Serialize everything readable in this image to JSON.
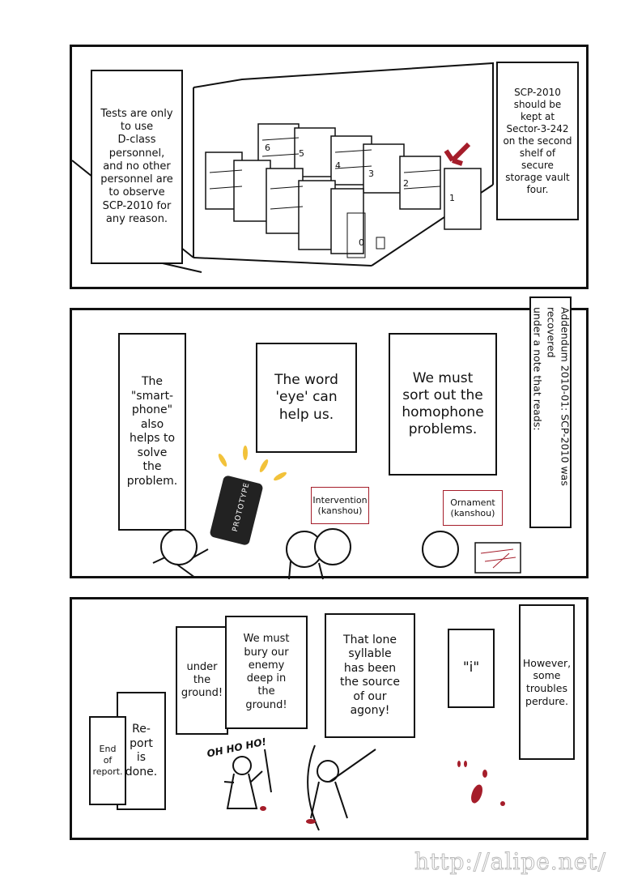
{
  "panel1": {
    "left_note": "Tests are only\nto use\nD-class\npersonnel,\nand no other\npersonnel are\nto observe\nSCP-2010 for\nany reason.",
    "right_note": "SCP-2010\nshould be\nkept at\nSector-3-242\non the second\nshelf of\nsecure\nstorage vault\nfour.",
    "shelf_numbers": [
      "6",
      "5",
      "4",
      "3",
      "2",
      "1"
    ],
    "door_number": "0"
  },
  "panel2": {
    "vertical_note": "Addendum 2010-01: SCP-2010 was recovered\nunder a note that reads:",
    "smartphone_note": "The\n\"smart-\nphone\"\nalso\nhelps to\nsolve\nthe\nproblem.",
    "eye_note": "The word\n'eye' can\nhelp us.",
    "homophone_note": "We must\nsort out the\nhomophone\nproblems.",
    "phone_screen": "PROTOTYPE",
    "label_intervention": "Intervention\n(kanshou)",
    "label_ornament": "Ornament\n(kanshou)"
  },
  "panel3": {
    "bury_note": "We must\nbury our\nenemy\ndeep in\nthe\nground!",
    "under_note": "under\nthe\nground!",
    "syllable_note": "That lone\nsyllable\nhas been\nthe source\nof our\nagony!",
    "i_note": "\"i\"",
    "troubles_note": "However,\nsome\ntroubles\nperdure.",
    "report_note": "Re-\nport\nis\ndone.",
    "end_note": "End\nof\nreport.",
    "sfx": "OH HO HO!"
  },
  "watermark": "http://alipe.net/",
  "colors": {
    "accent_red": "#a51d2a",
    "ink": "#111111"
  }
}
